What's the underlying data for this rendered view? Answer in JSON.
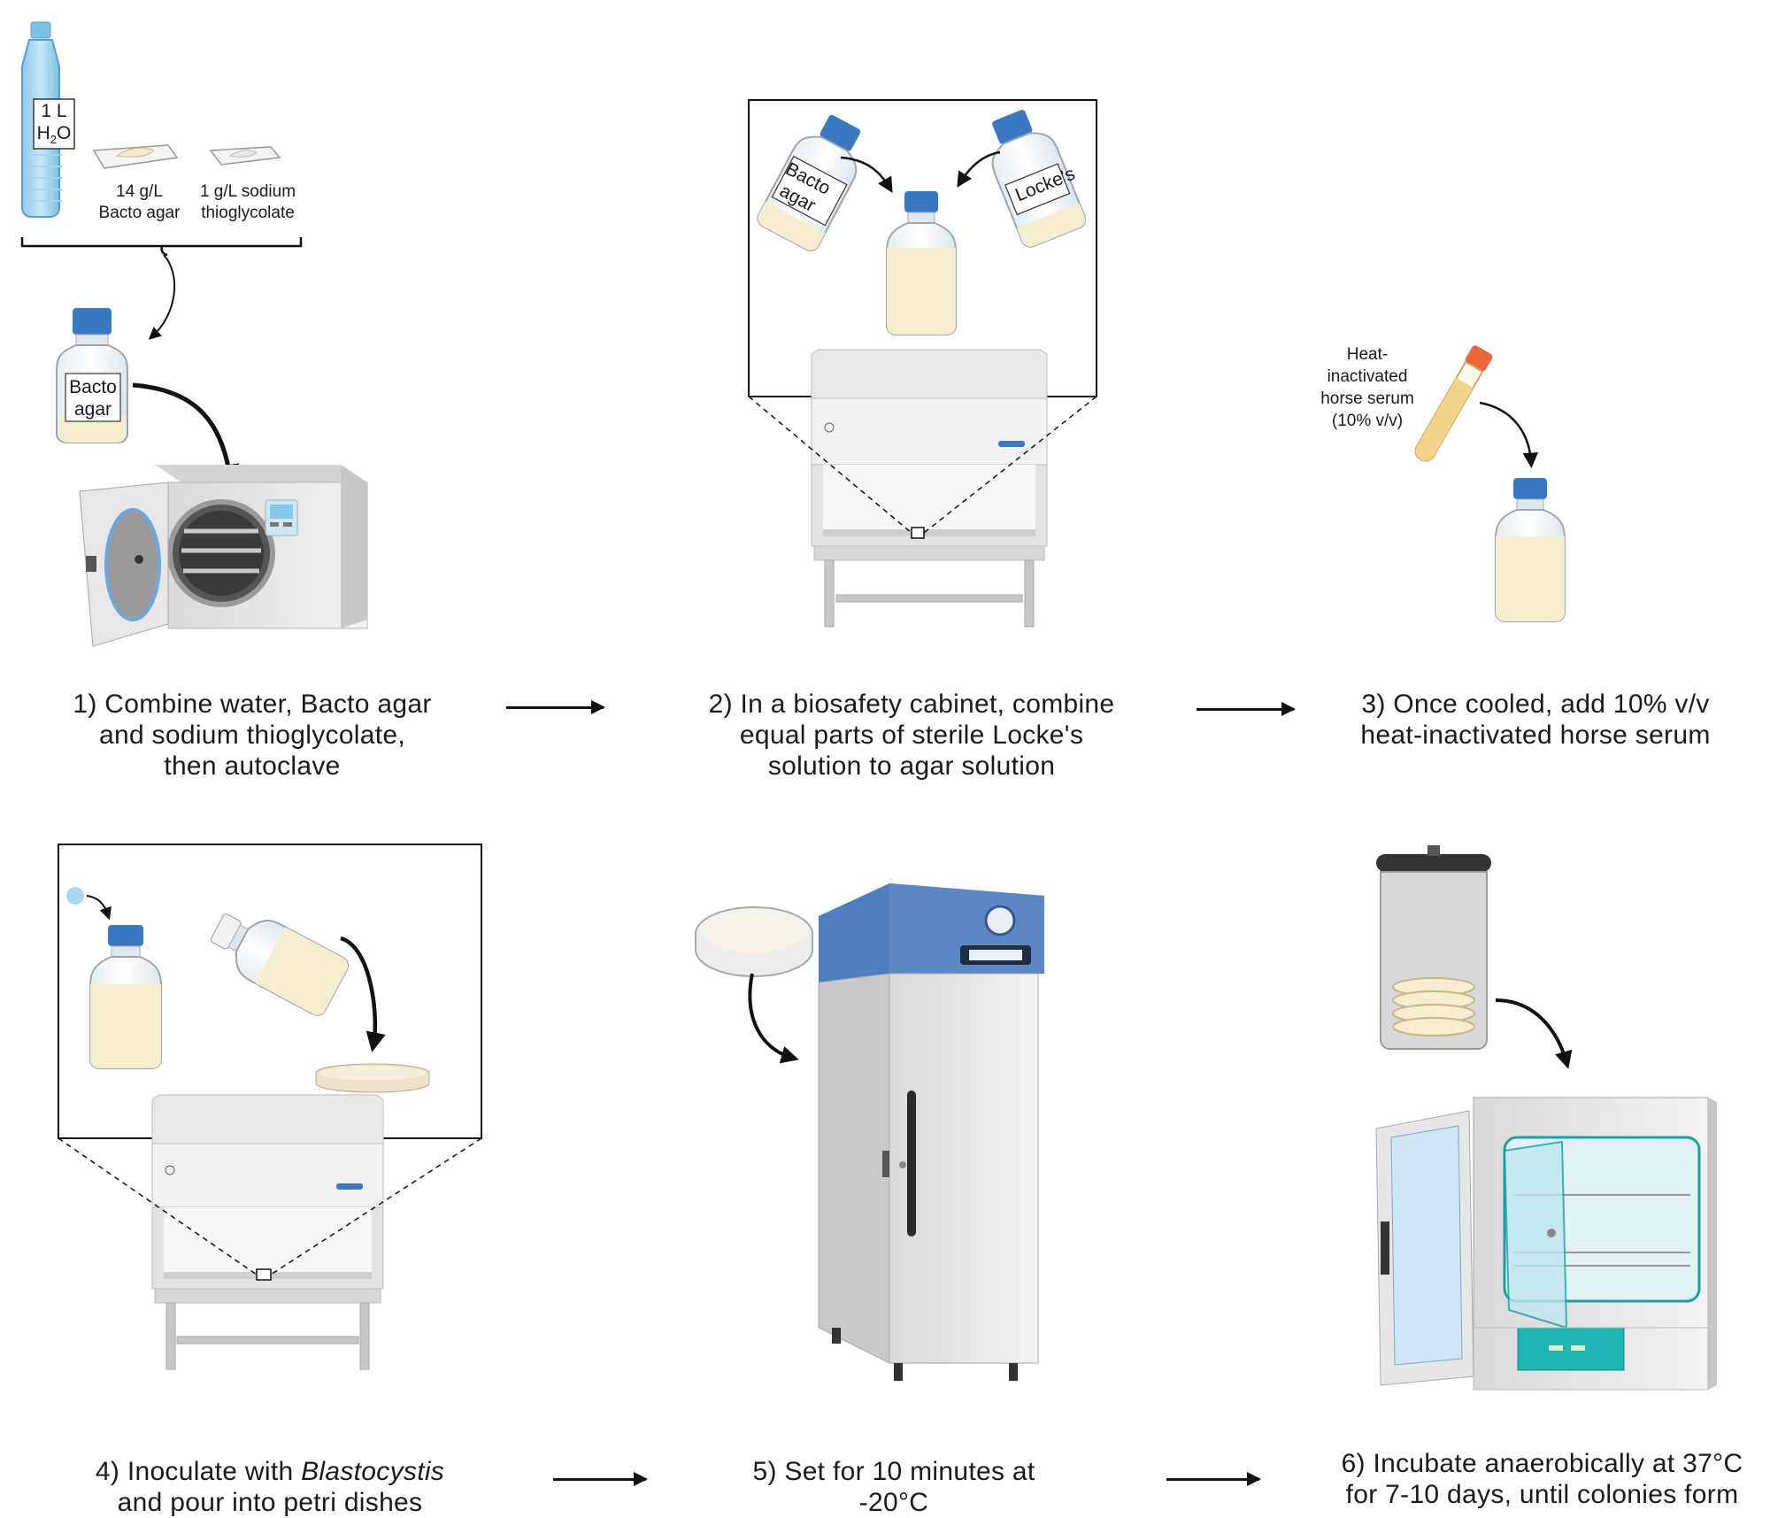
{
  "steps": [
    {
      "num": "1)",
      "line1": "Combine water, Bacto agar",
      "line2": "and sodium thioglycolate,",
      "line3": "then autoclave"
    },
    {
      "num": "2)",
      "line1": "In a biosafety cabinet, combine",
      "line2": "equal parts of sterile Locke's",
      "line3": "solution to agar solution"
    },
    {
      "num": "3)",
      "line1": "Once cooled, add 10% v/v",
      "line2": "heat-inactivated horse serum"
    },
    {
      "num": "4)",
      "line1_pre": "Inoculate with ",
      "line1_em": "Blastocystis",
      "line2": "and pour into petri dishes"
    },
    {
      "num": "5)",
      "line1": "Set for 10 minutes at",
      "line2": "-20°C"
    },
    {
      "num": "6)",
      "line1": "Incubate anaerobically at 37°C",
      "line2": "for 7-10 days, until colonies form"
    }
  ],
  "labels": {
    "water_bottle_line1": "1 L",
    "water_bottle_line2": "H",
    "water_bottle_sub": "2",
    "water_bottle_line3": "O",
    "agar_amount": "14 g/L",
    "agar_name": "Bacto agar",
    "thio_amount": "1 g/L sodium",
    "thio_name": "thioglycolate",
    "bottle_bacto_1": "Bacto",
    "bottle_bacto_2": "agar",
    "bottle_lockes": "Locke's",
    "serum_1": "Heat-",
    "serum_2": "inactivated",
    "serum_3": "horse serum",
    "serum_4": "(10% v/v)"
  },
  "colors": {
    "cap_blue": "#3a78c2",
    "agar_fill": "#f6ecd0",
    "serum_cap": "#e8673b",
    "freezer_panel": "#5b87c5",
    "incubator_panel": "#1fb5b0"
  }
}
